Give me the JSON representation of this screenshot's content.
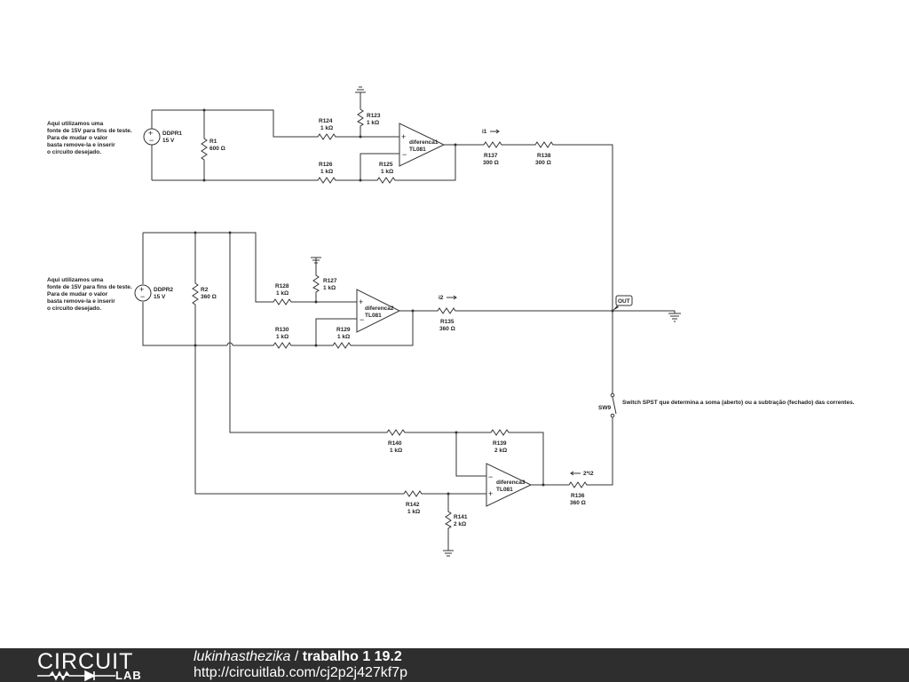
{
  "notes": {
    "source1": [
      "Aqui utilizamos uma",
      "fonte de 15V para fins de teste.",
      "Para de mudar o valor",
      "basta remove-la e inserir",
      "o circuito desejado."
    ],
    "source2": [
      "Aqui utilizamos uma",
      "fonte de 15V para fins de teste.",
      "Para de mudar o valor",
      "basta remove-la e inserir",
      "o circuito desejado."
    ],
    "switch": "Switch SPST que determina a soma (aberto) ou a subtração (fechado) das correntes."
  },
  "sources": [
    {
      "name": "DDPR1",
      "value": "15 V"
    },
    {
      "name": "DDPR2",
      "value": "15 V"
    }
  ],
  "resistors": {
    "R1": {
      "name": "R1",
      "value": "600 Ω"
    },
    "R2": {
      "name": "R2",
      "value": "360 Ω"
    },
    "R123": {
      "name": "R123",
      "value": "1 kΩ"
    },
    "R124": {
      "name": "R124",
      "value": "1 kΩ"
    },
    "R125": {
      "name": "R125",
      "value": "1 kΩ"
    },
    "R126": {
      "name": "R126",
      "value": "1 kΩ"
    },
    "R127": {
      "name": "R127",
      "value": "1 kΩ"
    },
    "R128": {
      "name": "R128",
      "value": "1 kΩ"
    },
    "R129": {
      "name": "R129",
      "value": "1 kΩ"
    },
    "R130": {
      "name": "R130",
      "value": "1 kΩ"
    },
    "R135": {
      "name": "R135",
      "value": "360 Ω"
    },
    "R136": {
      "name": "R136",
      "value": "360 Ω"
    },
    "R137": {
      "name": "R137",
      "value": "300 Ω"
    },
    "R138": {
      "name": "R138",
      "value": "300 Ω"
    },
    "R139": {
      "name": "R139",
      "value": "2 kΩ"
    },
    "R140": {
      "name": "R140",
      "value": "1 kΩ"
    },
    "R141": {
      "name": "R141",
      "value": "2 kΩ"
    },
    "R142": {
      "name": "R142",
      "value": "1 kΩ"
    }
  },
  "opamps": [
    {
      "name": "diferenca1",
      "model": "TL081"
    },
    {
      "name": "diferenca2",
      "model": "TL081"
    },
    {
      "name": "diferenca3",
      "model": "TL081"
    }
  ],
  "currents": {
    "i1": "i1",
    "i2": "i2",
    "i3": "2*i2"
  },
  "output_label": "OUT",
  "switch_name": "SW9",
  "footer": {
    "logo_top": "CIRCUIT",
    "logo_bottom": "LAB",
    "user": "lukinhasthezika",
    "separator": " / ",
    "title": "trabalho 1 19.2",
    "url": "http://circuitlab.com/cj2p2j427kf7p"
  }
}
